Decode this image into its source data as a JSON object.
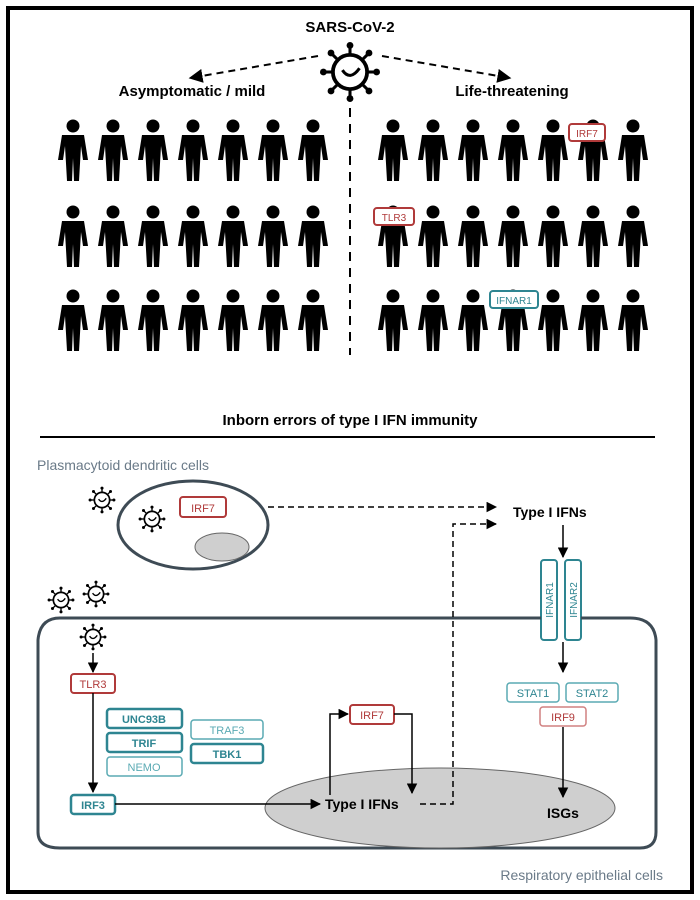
{
  "colors": {
    "red": "#b03a3a",
    "teal": "#2e8591",
    "gray_text": "#6a7a88",
    "cell_outline": "#3e4b55",
    "nucleus": "#cfcfcf"
  },
  "top": {
    "virus_label": "SARS-CoV-2",
    "left_group_label": "Asymptomatic / mild",
    "right_group_label": "Life-threatening",
    "mutation_labels": {
      "irf7": "IRF7",
      "tlr3": "TLR3",
      "ifnar1": "IFNAR1"
    }
  },
  "section_title": "Inborn errors of type I IFN immunity",
  "pdc": {
    "cell_label": "Plasmacytoid dendritic cells",
    "irf7_label": "IRF7",
    "type1_ifns_label": "Type I IFNs",
    "receptor1": "IFNAR1",
    "receptor2": "IFNAR2"
  },
  "epithelial": {
    "cell_label": "Respiratory epithelial cells",
    "tlr3": "TLR3",
    "unc93b": "UNC93B",
    "trif": "TRIF",
    "nemo": "NEMO",
    "traf3": "TRAF3",
    "tbk1": "TBK1",
    "irf3": "IRF3",
    "irf7": "IRF7",
    "type1_ifns": "Type I IFNs",
    "stat1": "STAT1",
    "stat2": "STAT2",
    "irf9": "IRF9",
    "isgs": "ISGs"
  }
}
